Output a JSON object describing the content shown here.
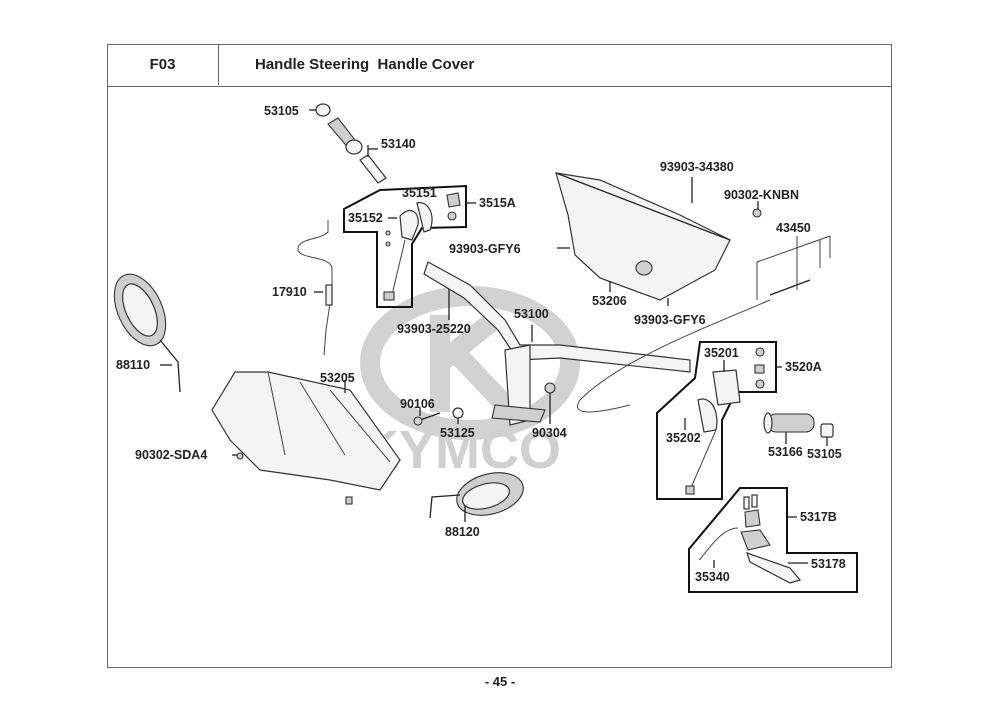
{
  "header": {
    "section_code": "F03",
    "title": "Handle Steering  Handle Cover"
  },
  "watermark": {
    "brand": "KYMCO"
  },
  "parts": {
    "grip_end_left": "53105",
    "throttle_grip": "53140",
    "left_switch_assy": "3515A",
    "left_switch_upper": "35151",
    "left_switch_lower": "35152",
    "throttle_cable": "17910",
    "mirror_left": "88110",
    "front_handle_cover": "53205",
    "screw_sda4": "90302-SDA4",
    "screw_front_25220": "93903-25220",
    "handle_bar": "53100",
    "bolt_90106": "90106",
    "collar_53125": "53125",
    "nut_90304": "90304",
    "mirror_right": "88120",
    "screw_34380": "93903-34380",
    "screw_knbn": "90302-KNBN",
    "screw_gfy6_left": "93903-GFY6",
    "rear_handle_cover": "53206",
    "screw_gfy6_bottom": "93903-GFY6",
    "cable_assy_43450": "43450",
    "right_switch_assy": "3520A",
    "right_switch_upper": "35201",
    "right_switch_lower": "35202",
    "grip_right": "53166",
    "grip_end_right": "53105",
    "brake_master_assy": "5317B",
    "brake_switch_cable": "35340",
    "brake_lever": "53178"
  },
  "footer": {
    "page": "- 45 -"
  }
}
